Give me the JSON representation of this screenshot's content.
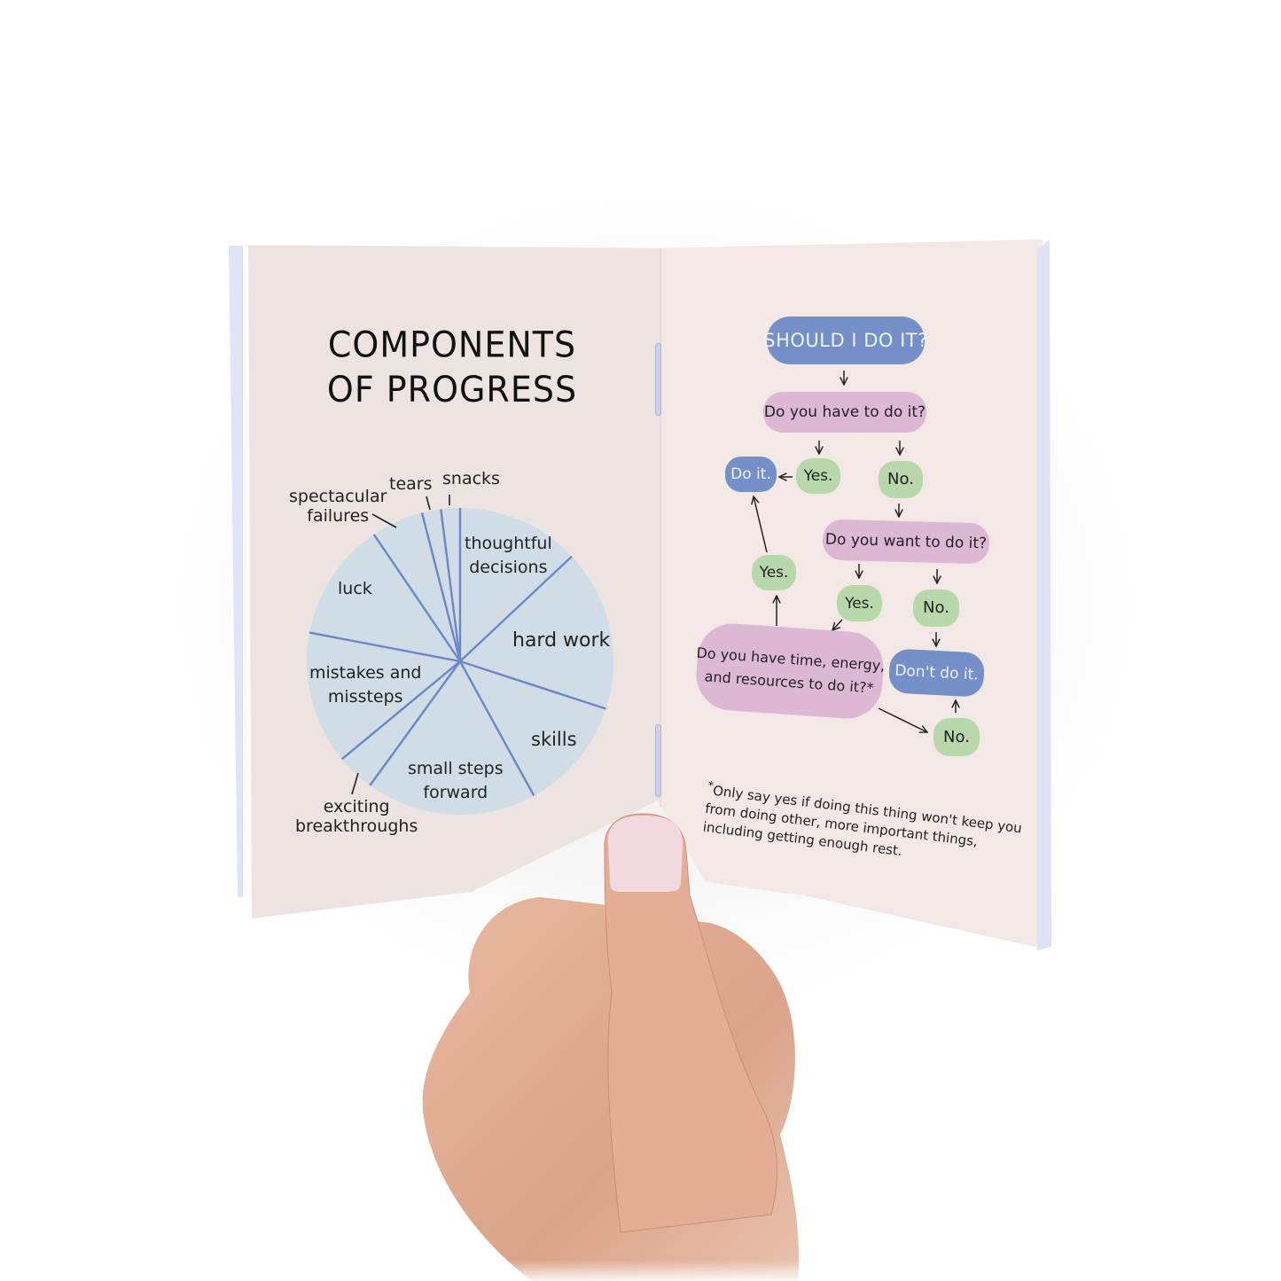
{
  "scene": {
    "description": "Hand holding an open small booklet showing two pages",
    "background_color": "#ffffff",
    "page_color_left": "#ede4e1",
    "page_color_right": "#f3e8e5",
    "page_edge_color": "#dfe4f6",
    "thumbnail_nail_color": "#f2d9df"
  },
  "left_page": {
    "title_line1": "COMPONENTS",
    "title_line2": "OF PROGRESS"
  },
  "chart_data": {
    "type": "pie",
    "title": "COMPONENTS OF PROGRESS",
    "categories": [
      "thoughtful decisions",
      "hard work",
      "skills",
      "small steps forward",
      "exciting breakthroughs",
      "mistakes and missteps",
      "luck",
      "spectacular failures",
      "tears",
      "snacks"
    ],
    "values": [
      13,
      17,
      12,
      18,
      4,
      14,
      12.5,
      5.5,
      2,
      2
    ],
    "unit": "percent (estimated from slice angles)",
    "start_angle": "top (12 o'clock), clockwise",
    "fill_color": "#d0dde6",
    "line_color": "#6d86c6",
    "legend": "none (inline labels)",
    "labels": {
      "thoughtful": "thoughtful\ndecisions",
      "hard": "hard work",
      "skills": "skills",
      "small": "small steps\nforward",
      "exciting": "exciting\nbreakthroughs",
      "mistakes": "mistakes and\nmissteps",
      "luck": "luck",
      "spectacular": "spectacular\nfailures",
      "tears": "tears",
      "snacks": "snacks"
    }
  },
  "right_page": {
    "flowchart": {
      "title": "SHOULD I DO IT?",
      "q1": "Do you have to do it?",
      "q1_yes": "Yes.",
      "q1_no": "No.",
      "do_it": "Do it.",
      "q2": "Do you want to do it?",
      "q2_yes": "Yes.",
      "q2_no": "No.",
      "q3": "Do you have time, energy,\nand resources to do it?*",
      "q3_yes": "Yes.",
      "q3_no": "No.",
      "dont_do_it": "Don't do it.",
      "colors": {
        "blue": "#7590c9",
        "pink": "#ddb8d5",
        "green": "#b8d8ab"
      }
    },
    "footnote_marker": "*",
    "footnote": "Only say yes if doing this thing won't keep you\nfrom doing other, more important things,\nincluding getting enough rest."
  }
}
